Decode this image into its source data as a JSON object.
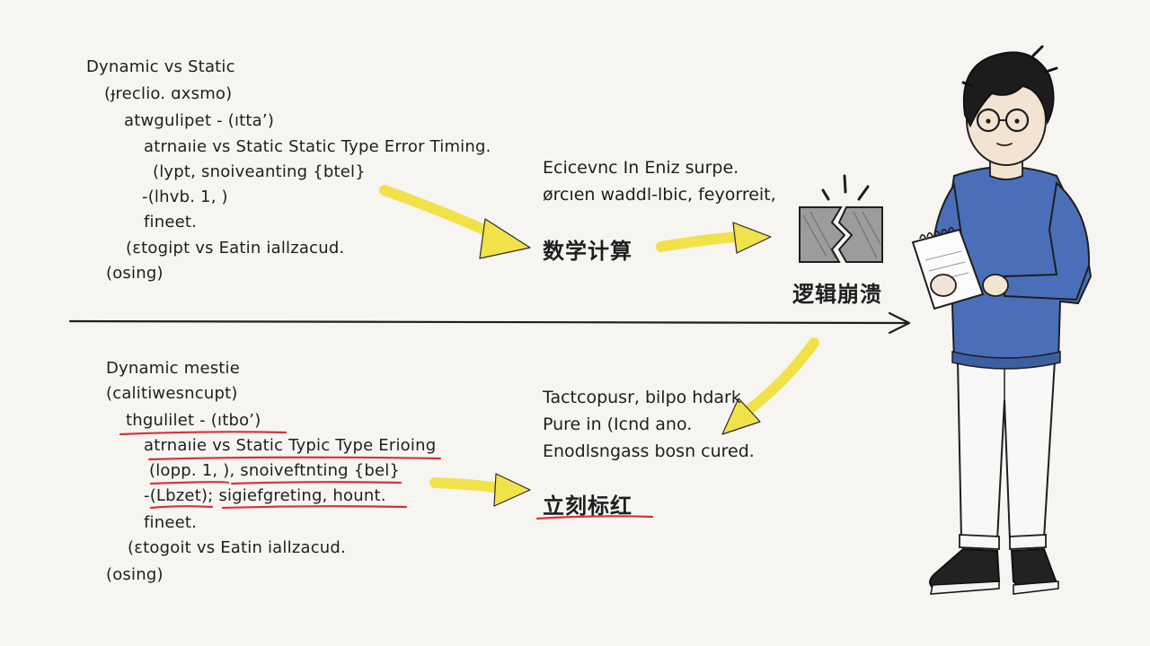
{
  "static_section": {
    "code_lines": [
      "Dynamic vs Static",
      "(ɟreclio. ɑxsmo)",
      "atwgulipet - (ıtta’)",
      "atrnaıie vs Static Static Type Error Timing.",
      "(lypt, snoiveanting {btel}",
      "-(lhvb. 1, )",
      "fineet.",
      "(ɛtogipt vs Eatin iallzacud.",
      "(osing)"
    ],
    "note_lines": [
      "Ecicevnc In Eniz surpe.",
      "ørcıen waddl-lbic, feyorreit,"
    ],
    "label_calc": "数学计算",
    "label_crash": "逻辑崩溃"
  },
  "dynamic_section": {
    "code_lines": [
      "Dynamic mestie",
      "(calitiwesncupt)",
      "thgulilet - (ıtbo’)",
      "atrnaıie vs Static Typic Type Erioing",
      "(lopp. 1, ), snoiveftnting {bel}",
      "-(Lbzet); sigiefgreting, hount.",
      "fineet.",
      "(ɛtogoit vs Eatin iallzacud.",
      "(osing)"
    ],
    "note_lines": [
      "Tactcopusr, bilpo hdark",
      "Pure in (Icnd ano.",
      "Enodlsngass bosn cured."
    ],
    "label_redline": "立刻标红"
  },
  "colors": {
    "arrow_yellow": "#f2e24a",
    "underline_red": "#d8313a",
    "sweater_blue": "#4a6fb8",
    "ink": "#1e1e1e"
  },
  "icons": [
    "broken-block-icon",
    "notepad-icon",
    "person-illustration"
  ]
}
